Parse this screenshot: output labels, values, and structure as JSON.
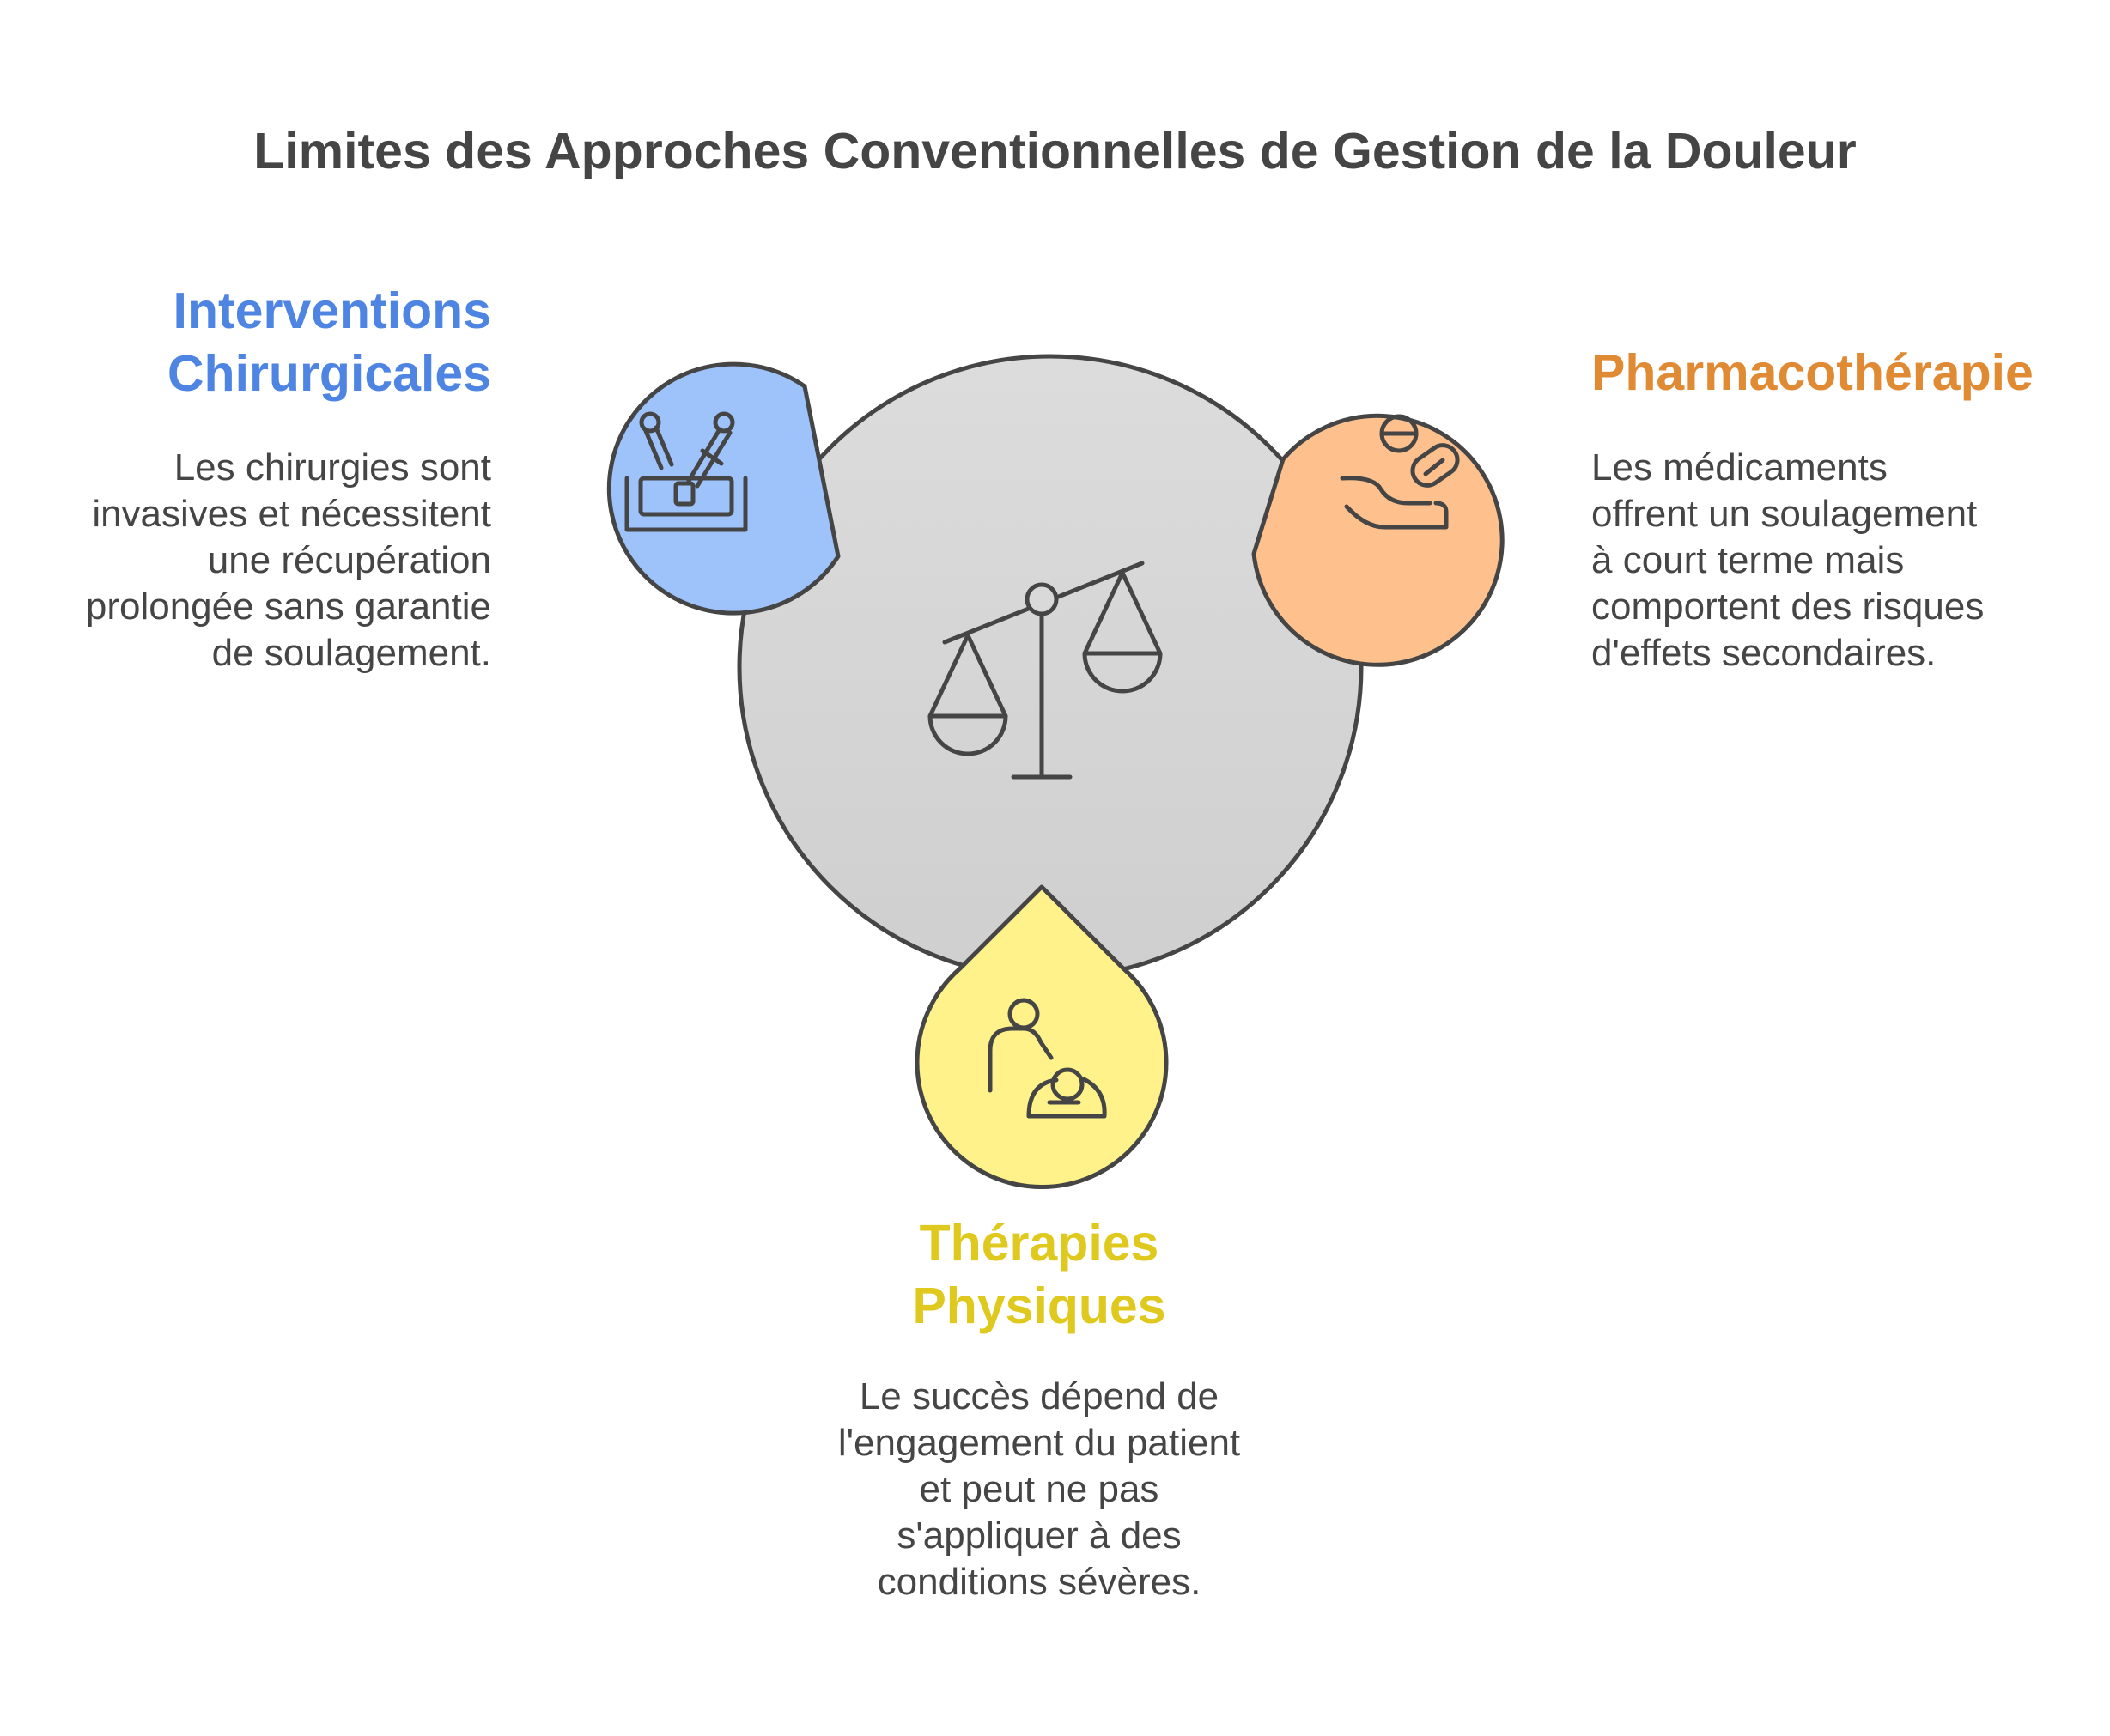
{
  "title": "Limites des Approches Conventionnelles de Gestion de la Douleur",
  "colors": {
    "center_circle": "#d6d6d6",
    "outline": "#454545",
    "left_drop": "#9ec3fb",
    "right_drop": "#fec18e",
    "bottom_drop": "#fff28a",
    "left_heading": "#4f85e2",
    "right_heading": "#e08a34",
    "bottom_heading": "#e0c91e"
  },
  "center": {
    "icon": "scale-icon"
  },
  "items": [
    {
      "id": "left",
      "icon": "surgical-tools-icon",
      "heading_line1": "Interventions",
      "heading_line2": "Chirurgicales",
      "desc_lines": [
        "Les chirurgies sont",
        "invasives et nécessitent",
        "une récupération",
        "prolongée sans garantie",
        "de soulagement."
      ]
    },
    {
      "id": "right",
      "icon": "pills-hand-icon",
      "heading_line1": "Pharmacothérapie",
      "desc_lines": [
        "Les médicaments",
        "offrent un soulagement",
        "à court terme mais",
        "comportent des risques",
        "d'effets secondaires."
      ]
    },
    {
      "id": "bottom",
      "icon": "physical-therapy-icon",
      "heading_line1": "Thérapies",
      "heading_line2": "Physiques",
      "desc_lines": [
        "Le succès dépend de",
        "l'engagement du patient",
        "et peut ne pas",
        "s'appliquer à des",
        "conditions sévères."
      ]
    }
  ]
}
